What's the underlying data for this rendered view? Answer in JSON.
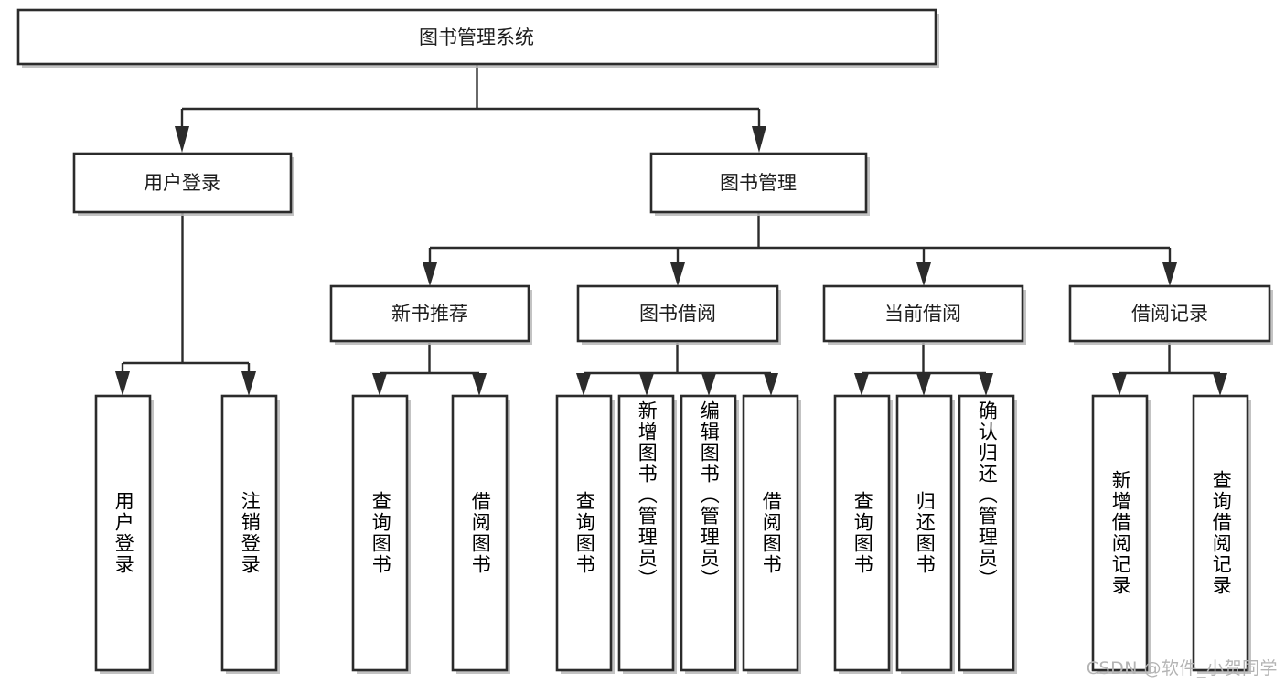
{
  "diagram": {
    "kind": "tree-hierarchy-chart",
    "title": "图书管理系统",
    "root": {
      "label": "图书管理系统"
    },
    "level2": [
      {
        "label": "用户登录"
      },
      {
        "label": "图书管理"
      }
    ],
    "level3": [
      {
        "label": "新书推荐"
      },
      {
        "label": "图书借阅"
      },
      {
        "label": "当前借阅"
      },
      {
        "label": "借阅记录"
      }
    ],
    "groups": [
      {
        "parent": "用户登录",
        "leaves": [
          {
            "label": "用户登录"
          },
          {
            "label": "注销登录"
          }
        ]
      },
      {
        "parent": "新书推荐",
        "leaves": [
          {
            "label": "查询图书"
          },
          {
            "label": "借阅图书"
          }
        ]
      },
      {
        "parent": "图书借阅",
        "leaves": [
          {
            "label": "查询图书"
          },
          {
            "label": "新增图书（管理员）"
          },
          {
            "label": "编辑图书（管理员）"
          },
          {
            "label": "借阅图书"
          }
        ]
      },
      {
        "parent": "当前借阅",
        "leaves": [
          {
            "label": "查询图书"
          },
          {
            "label": "归还图书"
          },
          {
            "label": "确认归还（管理员）"
          }
        ]
      },
      {
        "parent": "借阅记录",
        "leaves": [
          {
            "label": "新增借阅记录"
          },
          {
            "label": "查询借阅记录"
          }
        ]
      }
    ],
    "colors": {
      "box_fill": "#ffffff",
      "box_stroke": "#2b2b2b",
      "text": "#1d1d1d",
      "background": "#ffffff",
      "watermark": "#b4b4b4"
    }
  },
  "watermark": {
    "text": "CSDN @软件_小贺同学"
  }
}
